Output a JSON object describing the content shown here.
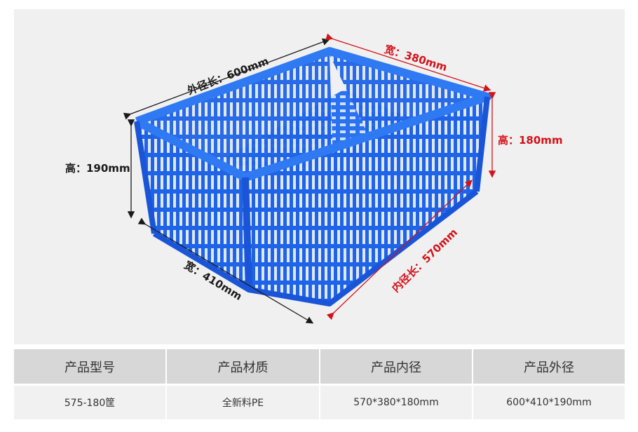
{
  "product_image": {
    "subject": "blue plastic vented crate",
    "colors": {
      "crate": "#1e5fe0",
      "crate_light": "#3b86f5",
      "background": "#f0f0f0",
      "black_dim": "#1a1a1a",
      "red_dim": "#d3121a"
    },
    "dimension_labels": {
      "outer_length": "外径长：600mm",
      "outer_width": "宽：410mm",
      "outer_height": "高：190mm",
      "inner_width": "宽：380mm",
      "inner_height": "高：180mm",
      "inner_length": "内径长：570mm"
    }
  },
  "spec_table": {
    "headers": [
      "产品型号",
      "产品材质",
      "产品内径",
      "产品外径"
    ],
    "rows": [
      [
        "575-180筐",
        "全新料PE",
        "570*380*180mm",
        "600*410*190mm"
      ]
    ]
  }
}
